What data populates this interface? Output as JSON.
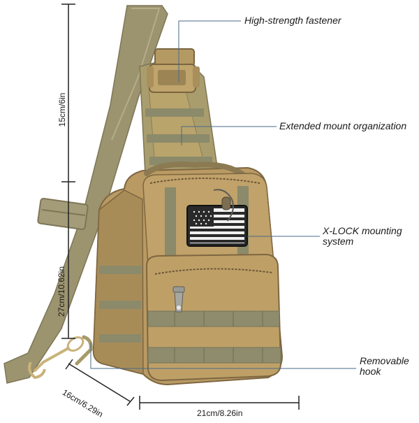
{
  "callouts": {
    "fastener": "High-strength fastener",
    "mount": "Extended mount organization",
    "xlock_line1": "X-LOCK mounting",
    "xlock_line2": "system",
    "hook_line1": "Removable",
    "hook_line2": "hook"
  },
  "dimensions": {
    "height_top": "15cm/6in",
    "height_total": "27cm/10.62in",
    "depth": "16cm/6.29in",
    "width": "21cm/8.26in"
  },
  "colors": {
    "bag_tan": "#b99a63",
    "bag_shadow": "#8f7447",
    "strap_olive": "#9c946f",
    "webbing": "#8b8a6a",
    "callout_line": "#4a6a8a"
  },
  "icons": {
    "flag": "us-flag-patch",
    "buckle": "side-release-buckle",
    "zipper": "zipper-pull",
    "hook": "carabiner-hook"
  }
}
